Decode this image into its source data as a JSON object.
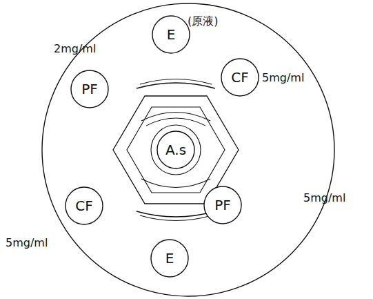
{
  "diagram": {
    "nodes": [
      {
        "text": [
          "E"
        ]
      },
      {
        "text": [
          "PF"
        ]
      },
      {
        "text": [
          "CF"
        ]
      },
      {
        "text": [
          "A.s"
        ]
      },
      {
        "text": [
          "CF"
        ]
      },
      {
        "text": [
          "PF"
        ]
      },
      {
        "text": [
          "E"
        ]
      }
    ],
    "labels": [
      "(原液)",
      "2mg/ml",
      "5mg/ml",
      "5mg/ml",
      "5mg/ml"
    ]
  }
}
